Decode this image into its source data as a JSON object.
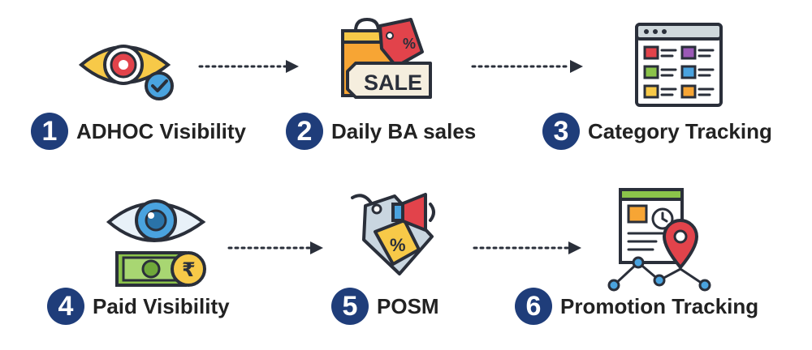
{
  "colors": {
    "badge": "#1f3d7a",
    "text": "#222222",
    "outline": "#2a2f3a",
    "accent_red": "#e2434b",
    "accent_yellow": "#f7c948",
    "accent_blue": "#4aa3df",
    "accent_green": "#8bc34a"
  },
  "steps": [
    {
      "number": "1",
      "label": "ADHOC Visibility",
      "icon": "eye-check-icon"
    },
    {
      "number": "2",
      "label": "Daily BA sales",
      "icon": "sale-tag-icon"
    },
    {
      "number": "3",
      "label": "Category Tracking",
      "icon": "category-grid-icon"
    },
    {
      "number": "4",
      "label": "Paid Visibility",
      "icon": "eye-rupee-icon"
    },
    {
      "number": "5",
      "label": "POSM",
      "icon": "promo-tag-icon"
    },
    {
      "number": "6",
      "label": "Promotion Tracking",
      "icon": "location-tracking-icon"
    }
  ],
  "icons": {
    "sale_sign_text": "SALE",
    "rupee_symbol": "₹",
    "percent_symbol": "%"
  }
}
